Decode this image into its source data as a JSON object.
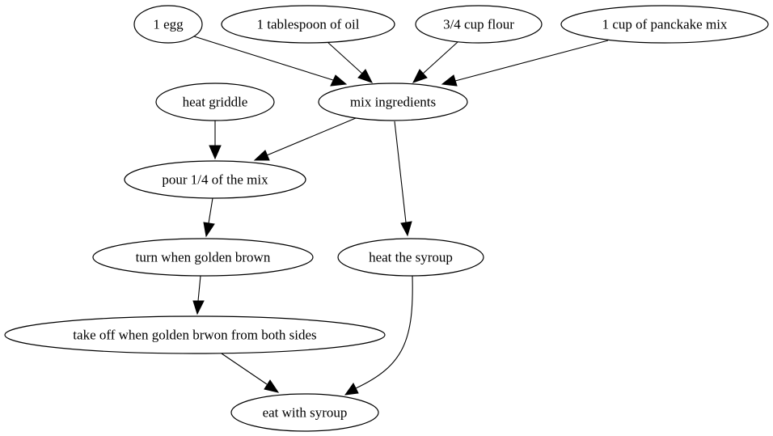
{
  "diagram": {
    "type": "flowchart",
    "nodes": [
      {
        "id": "egg",
        "label": "1 egg"
      },
      {
        "id": "oil",
        "label": "1 tablespoon of oil"
      },
      {
        "id": "flour",
        "label": "3/4 cup flour"
      },
      {
        "id": "mix_pkg",
        "label": "1 cup of panckake mix"
      },
      {
        "id": "griddle",
        "label": "heat griddle"
      },
      {
        "id": "mix",
        "label": "mix ingredients"
      },
      {
        "id": "pour",
        "label": "pour 1/4 of the mix"
      },
      {
        "id": "turn",
        "label": "turn when golden brown"
      },
      {
        "id": "syrup",
        "label": "heat the syroup"
      },
      {
        "id": "takeoff",
        "label": "take off when golden brwon from both sides"
      },
      {
        "id": "eat",
        "label": "eat with syroup"
      }
    ],
    "edges": [
      {
        "from": "egg",
        "to": "mix"
      },
      {
        "from": "oil",
        "to": "mix"
      },
      {
        "from": "flour",
        "to": "mix"
      },
      {
        "from": "mix_pkg",
        "to": "mix"
      },
      {
        "from": "griddle",
        "to": "pour"
      },
      {
        "from": "mix",
        "to": "pour"
      },
      {
        "from": "mix",
        "to": "syrup"
      },
      {
        "from": "pour",
        "to": "turn"
      },
      {
        "from": "turn",
        "to": "takeoff"
      },
      {
        "from": "takeoff",
        "to": "eat"
      },
      {
        "from": "syrup",
        "to": "eat"
      }
    ]
  }
}
